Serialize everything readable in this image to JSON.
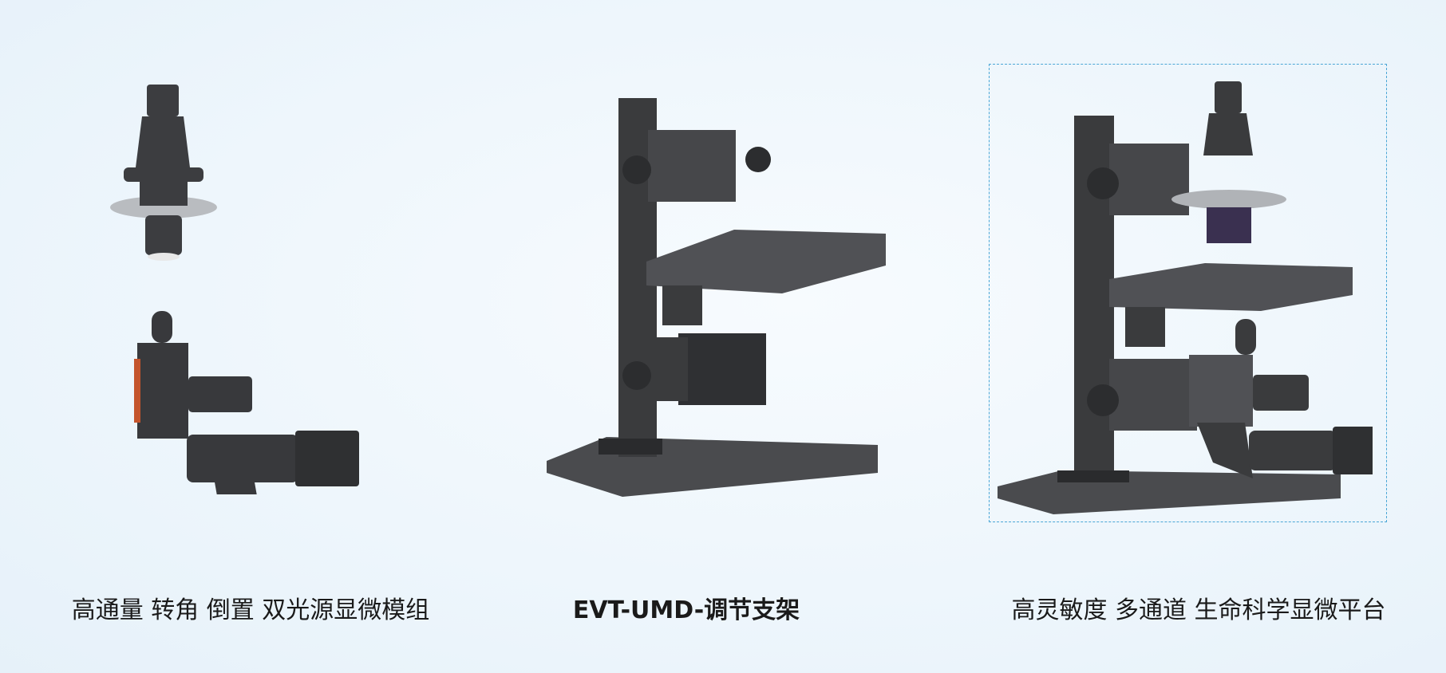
{
  "products": [
    {
      "caption": "高通量 转角 倒置 双光源显微模组",
      "image": "microscope-modules",
      "selected": false
    },
    {
      "caption": "EVT-UMD-调节支架",
      "image": "adjustment-stand",
      "selected": false
    },
    {
      "caption": "高灵敏度 多通道  生命科学显微平台",
      "image": "microscope-platform",
      "selected": true
    }
  ],
  "colors": {
    "background": "#eef6fc",
    "selection_border": "#4aa6d6",
    "product_metal": "#3a3b3d"
  }
}
